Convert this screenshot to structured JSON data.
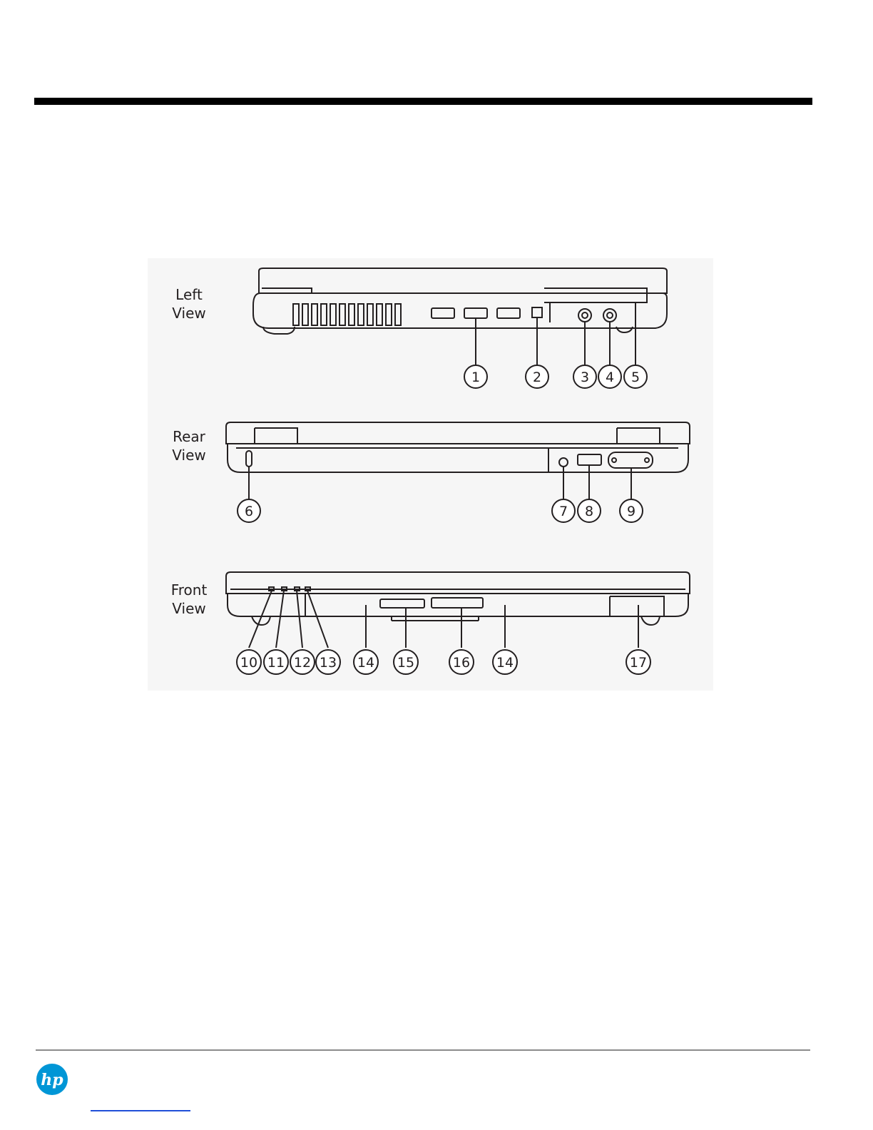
{
  "views": [
    {
      "id": "left",
      "label_line1": "Left",
      "label_line2": "View",
      "callouts": [
        "1",
        "2",
        "3",
        "4",
        "5"
      ]
    },
    {
      "id": "rear",
      "label_line1": "Rear",
      "label_line2": "View",
      "callouts": [
        "6",
        "7",
        "8",
        "9"
      ]
    },
    {
      "id": "front",
      "label_line1": "Front",
      "label_line2": "View",
      "callouts": [
        "10",
        "11",
        "12",
        "13",
        "14",
        "15",
        "16",
        "14",
        "17"
      ]
    }
  ],
  "colors": {
    "line": "#231f20",
    "rule": "#000000",
    "footer_rule": "#8c8c8c",
    "brand": "#0096d6",
    "link": "#1f4fd8"
  },
  "logo": {
    "text": "hp",
    "icon": "hp-logo-icon"
  }
}
